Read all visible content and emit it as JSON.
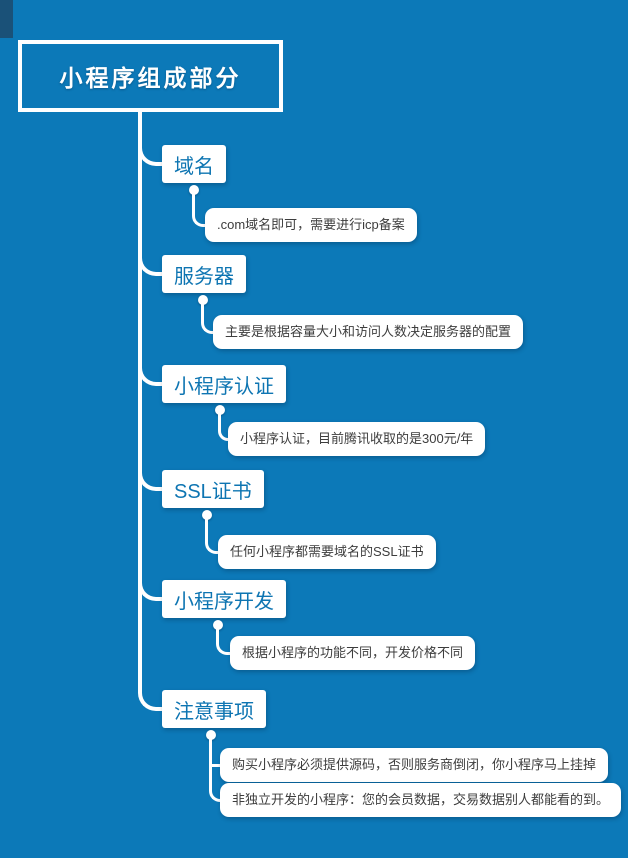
{
  "canvas": {
    "background_color": "#0c79b8",
    "line_color": "#ffffff",
    "node_text_color": "#0e75b2",
    "note_text_color": "#3d3d3d"
  },
  "root": {
    "label": "小程序组成部分"
  },
  "branches": [
    {
      "label": "域名",
      "children": [
        ".com域名即可，需要进行icp备案"
      ]
    },
    {
      "label": "服务器",
      "children": [
        "主要是根据容量大小和访问人数决定服务器的配置"
      ]
    },
    {
      "label": "小程序认证",
      "children": [
        "小程序认证，目前腾讯收取的是300元/年"
      ]
    },
    {
      "label": "SSL证书",
      "children": [
        "任何小程序都需要域名的SSL证书"
      ]
    },
    {
      "label": "小程序开发",
      "children": [
        "根据小程序的功能不同，开发价格不同"
      ]
    },
    {
      "label": "注意事项",
      "children": [
        "购买小程序必须提供源码，否则服务商倒闭，你小程序马上挂掉",
        "非独立开发的小程序：您的会员数据，交易数据别人都能看的到。"
      ]
    }
  ]
}
